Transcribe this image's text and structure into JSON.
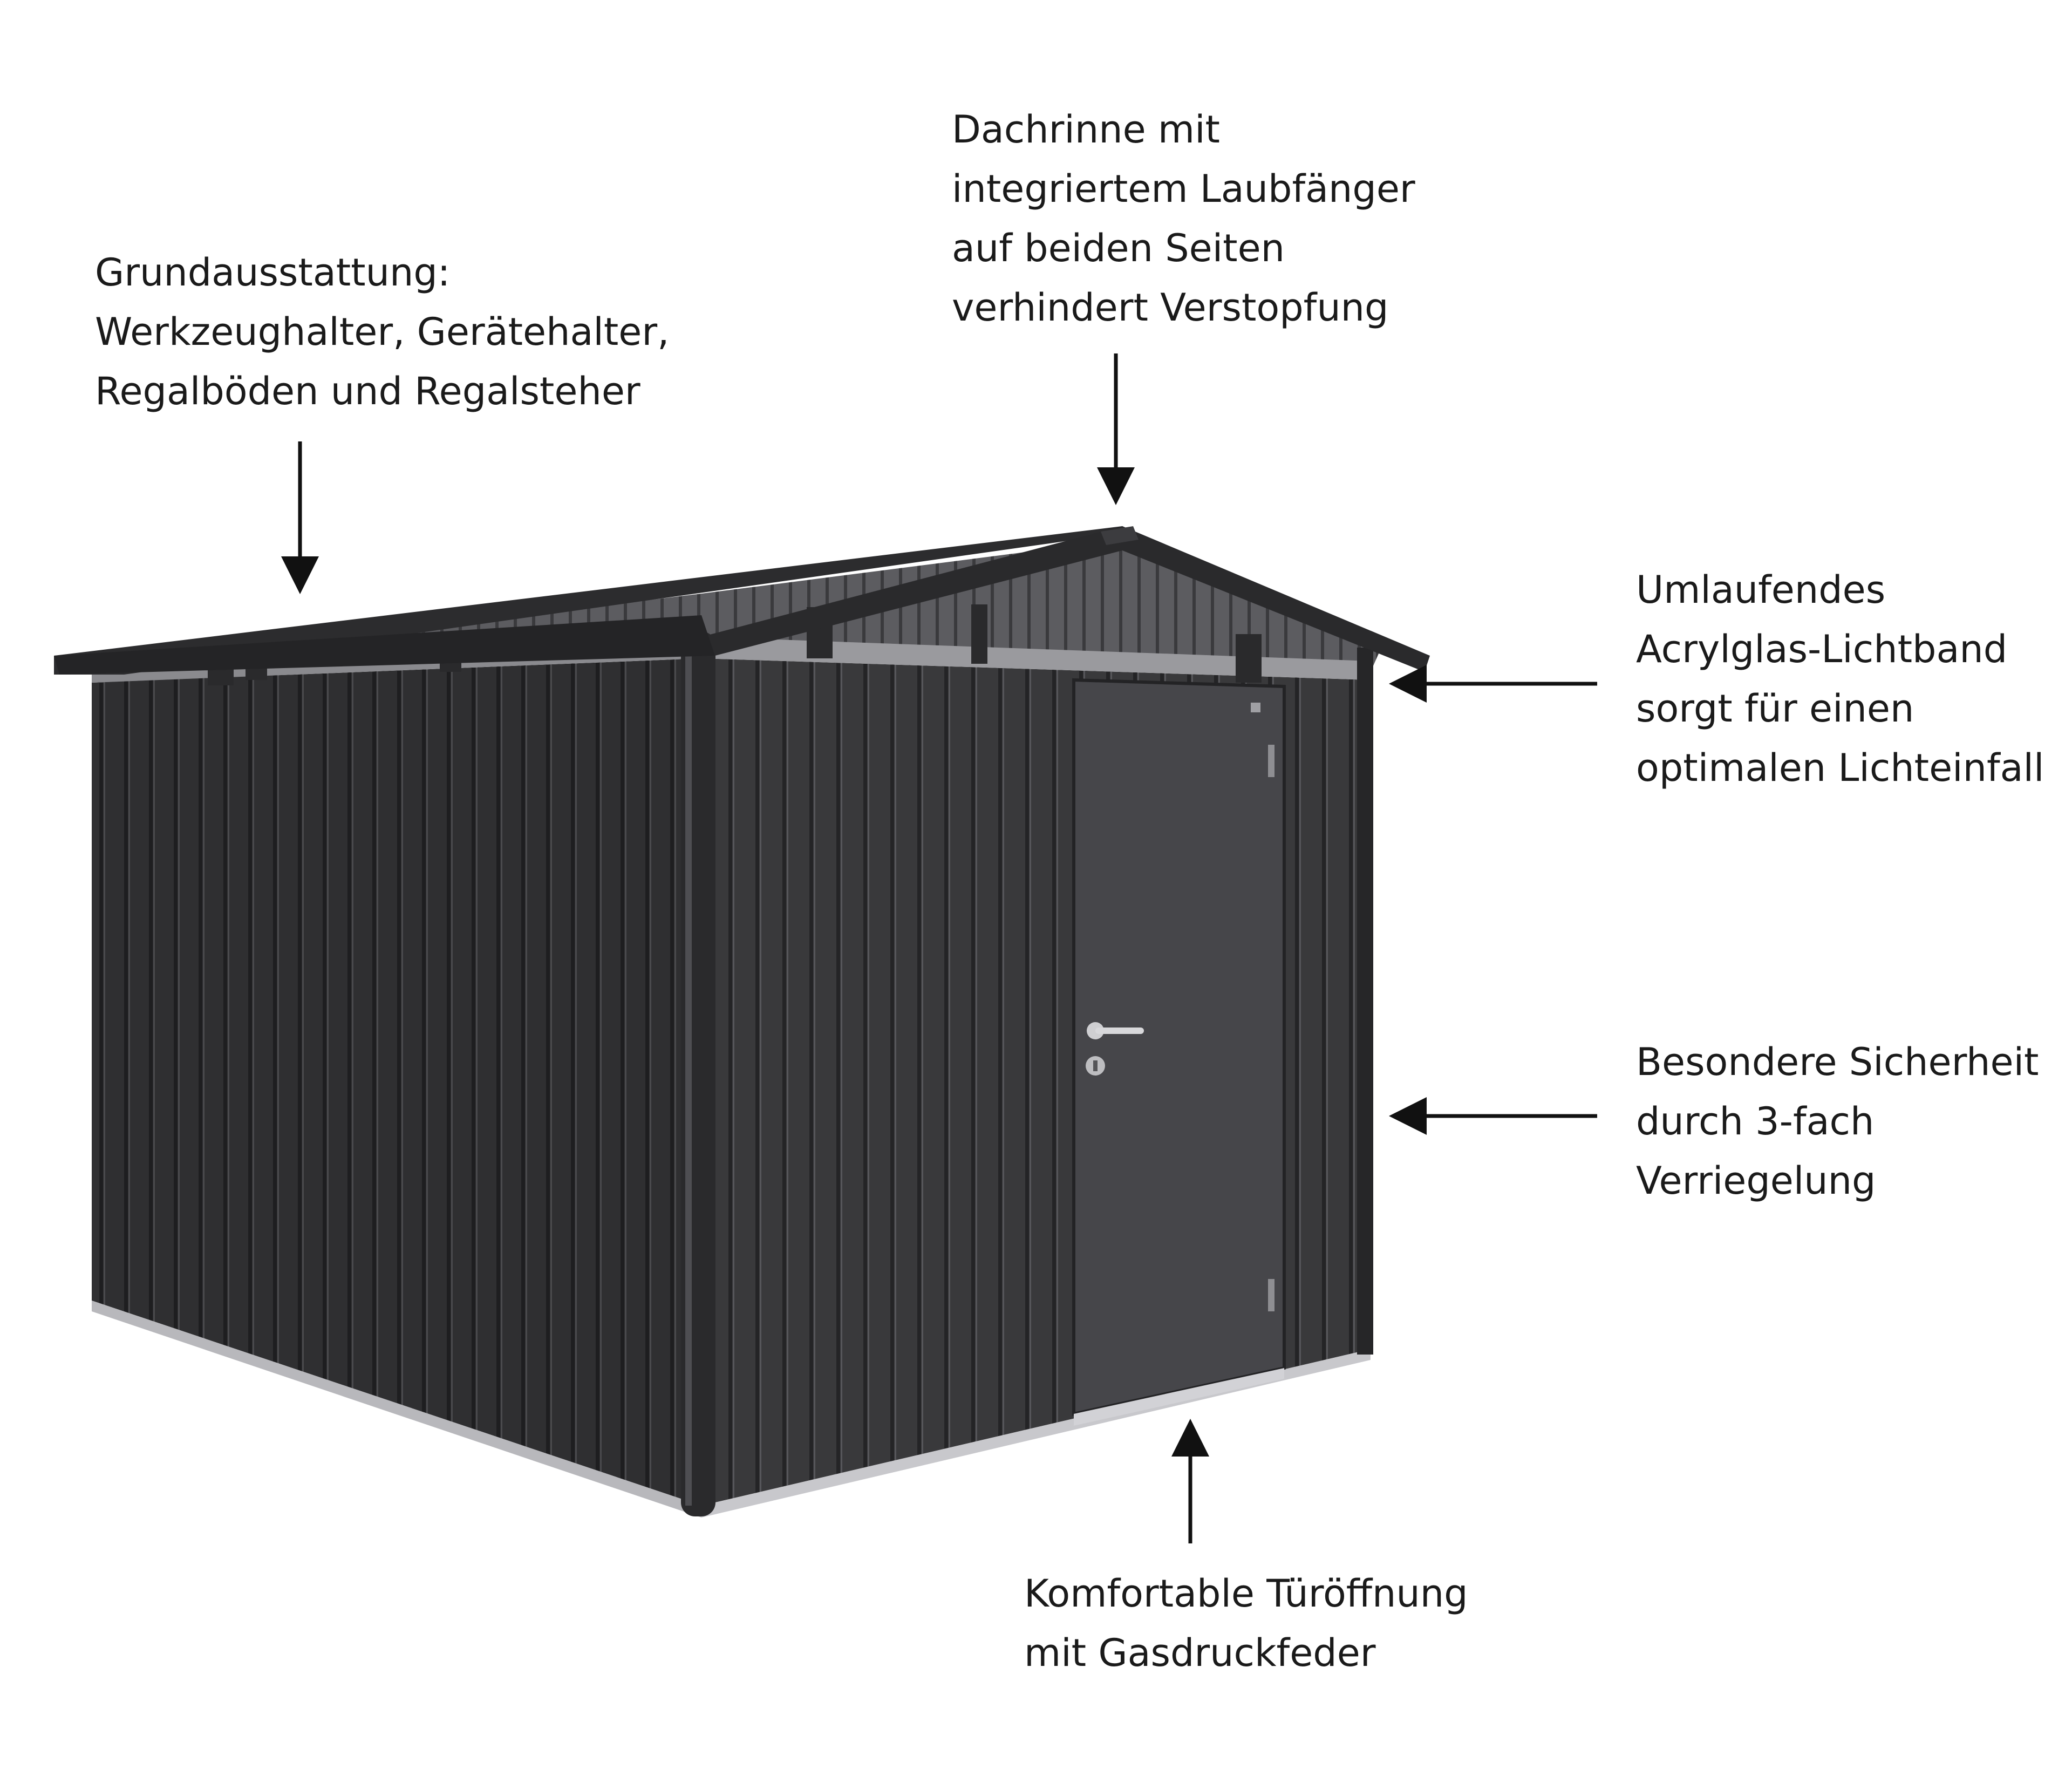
{
  "callouts": {
    "tools": {
      "lines": [
        "Grundausstattung:",
        "Werkzeughalter, Gerätehalter,",
        "Regalböden und Regalsteher"
      ]
    },
    "gutter": {
      "lines": [
        "Dachrinne mit",
        "integriertem Laubfänger",
        "auf beiden Seiten",
        "verhindert Verstopfung"
      ]
    },
    "light_band": {
      "lines": [
        "Umlaufendes",
        "Acrylglas-Lichtband",
        "sorgt für einen",
        "optimalen Lichteinfall"
      ]
    },
    "security": {
      "lines": [
        "Besondere Sicherheit",
        "durch 3-fach",
        "Verriegelung"
      ]
    },
    "door": {
      "lines": [
        "Komfortable Türöffnung",
        "mit Gasdruckfeder"
      ]
    }
  },
  "colors": {
    "shed_side": "#2e2e30",
    "shed_front": "#3a3a3c",
    "roof": "#2a2a2c",
    "door": "#444446",
    "ribs": "#1f1f21",
    "handle": "#c8c8c8",
    "arrow": "#111111",
    "text": "#1a1a1a"
  },
  "icons": {
    "arrows": "arrow-icon",
    "shed": "garden-shed-illustration"
  }
}
